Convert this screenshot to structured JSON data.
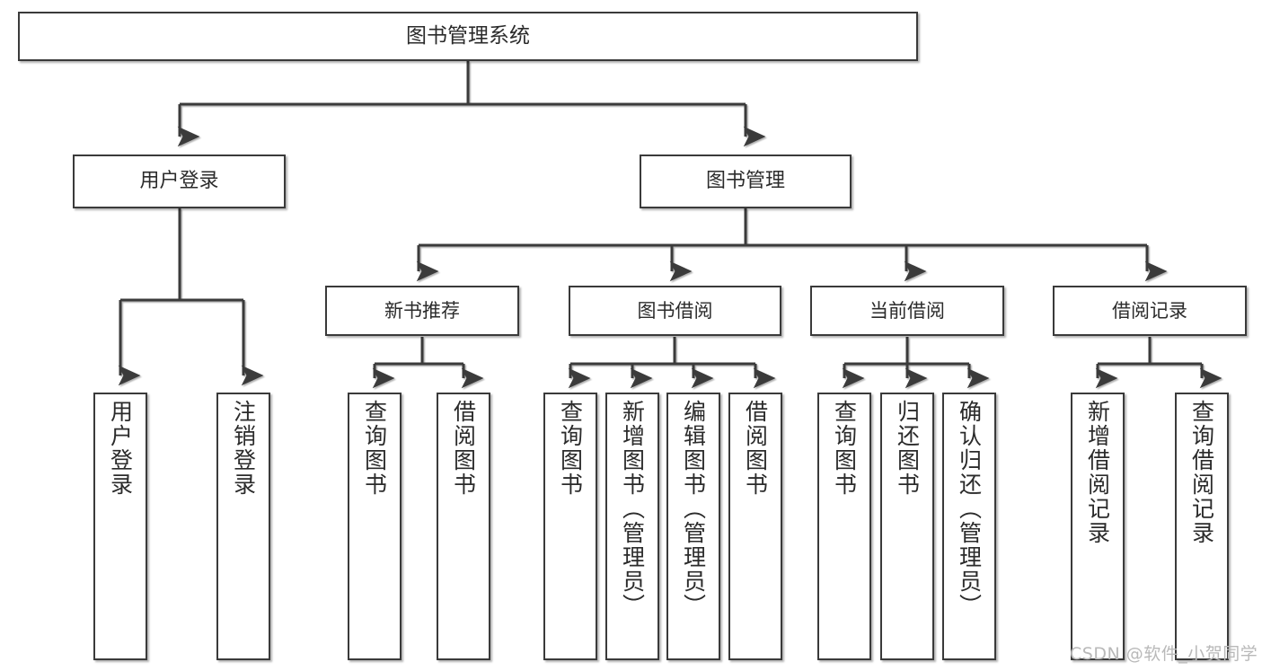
{
  "diagram": {
    "title": "图书管理系统",
    "type": "functional-structure-tree",
    "watermark": "CSDN @软件_小贺同学",
    "colors": {
      "box_border": "#3a3a3a",
      "box_fill": "#ffffff",
      "connector": "#3a3a3a",
      "text": "#2b2b2b",
      "watermark": "#b9b9b9"
    },
    "root": {
      "id": "root",
      "label": "图书管理系统"
    },
    "level1": [
      {
        "id": "user-login",
        "label": "用户登录"
      },
      {
        "id": "book-manage",
        "label": "图书管理"
      }
    ],
    "level2": [
      {
        "id": "new-book-recommend",
        "label": "新书推荐",
        "parent": "book-manage"
      },
      {
        "id": "book-borrow",
        "label": "图书借阅",
        "parent": "book-manage"
      },
      {
        "id": "current-borrow",
        "label": "当前借阅",
        "parent": "book-manage"
      },
      {
        "id": "borrow-record",
        "label": "借阅记录",
        "parent": "book-manage"
      }
    ],
    "leaves": [
      {
        "id": "leaf-user-login",
        "label": "用户登录",
        "parent": "user-login"
      },
      {
        "id": "leaf-user-logout",
        "label": "注销登录",
        "parent": "user-login"
      },
      {
        "id": "leaf-query-book-1",
        "label": "查询图书",
        "parent": "new-book-recommend"
      },
      {
        "id": "leaf-borrow-book-1",
        "label": "借阅图书",
        "parent": "new-book-recommend"
      },
      {
        "id": "leaf-query-book-2",
        "label": "查询图书",
        "parent": "book-borrow"
      },
      {
        "id": "leaf-add-book",
        "label": "新增图书（管理员）",
        "parent": "book-borrow"
      },
      {
        "id": "leaf-edit-book",
        "label": "编辑图书（管理员）",
        "parent": "book-borrow"
      },
      {
        "id": "leaf-borrow-book-2",
        "label": "借阅图书",
        "parent": "book-borrow"
      },
      {
        "id": "leaf-query-book-3",
        "label": "查询图书",
        "parent": "current-borrow"
      },
      {
        "id": "leaf-return-book",
        "label": "归还图书",
        "parent": "current-borrow"
      },
      {
        "id": "leaf-confirm-return",
        "label": "确认归还（管理员）",
        "parent": "current-borrow"
      },
      {
        "id": "leaf-add-record",
        "label": "新增借阅记录",
        "parent": "borrow-record"
      },
      {
        "id": "leaf-query-record",
        "label": "查询借阅记录",
        "parent": "borrow-record"
      }
    ]
  }
}
